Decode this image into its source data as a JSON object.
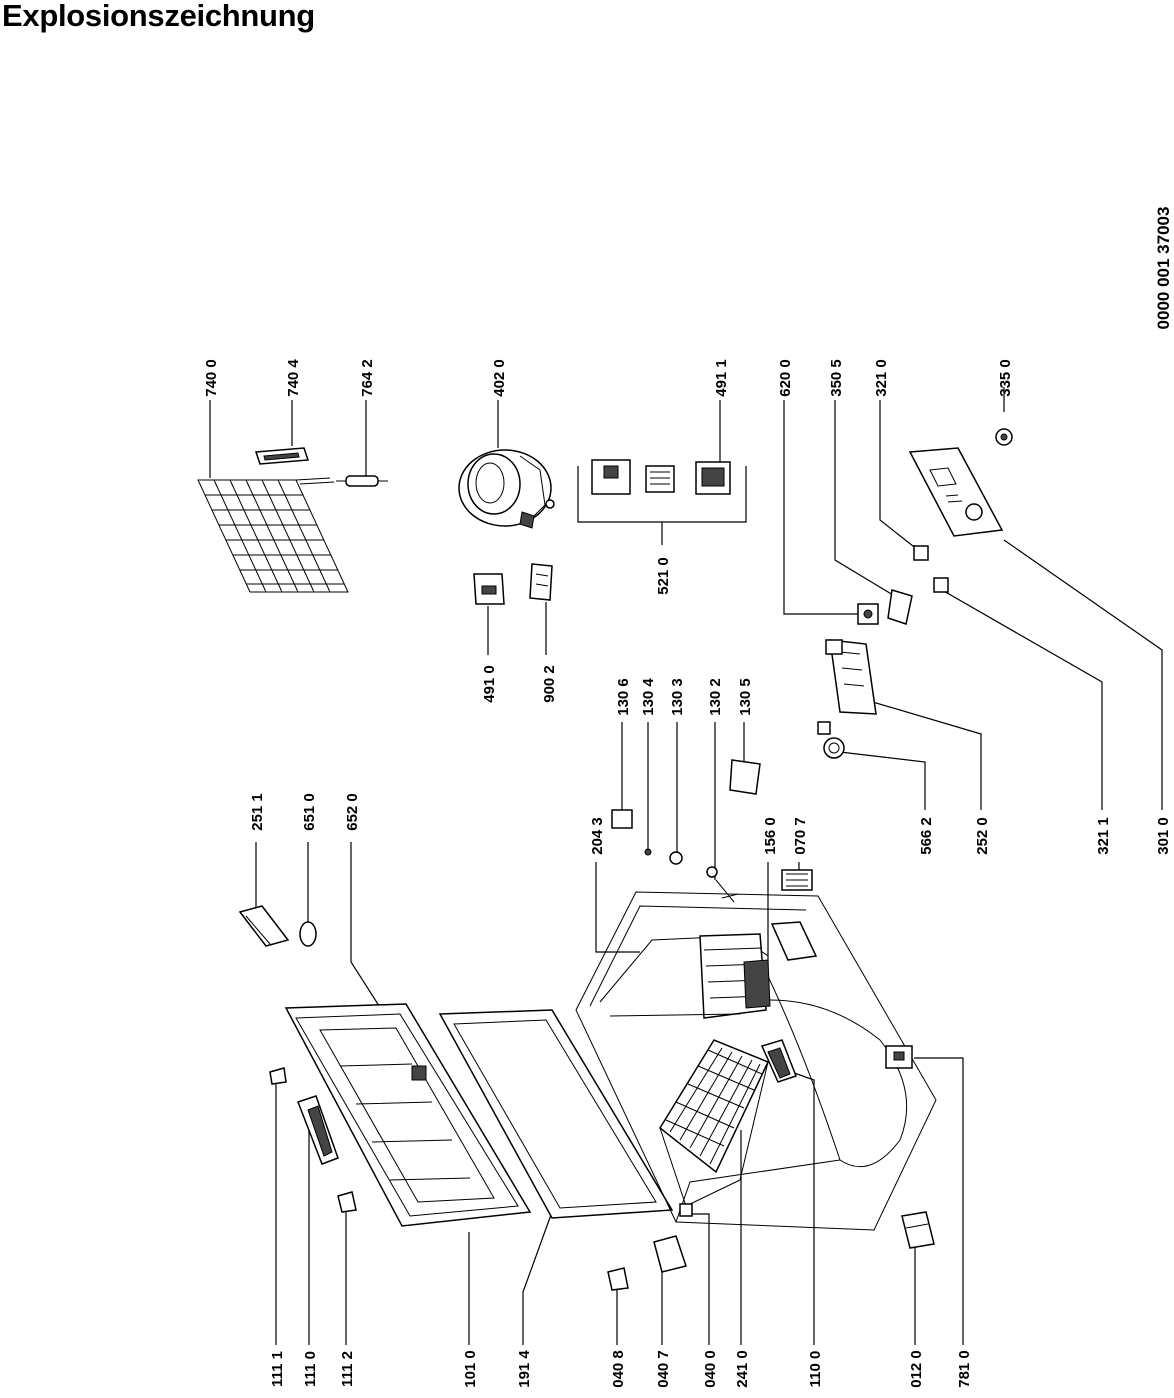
{
  "title": "Explosionszeichnung",
  "document_number": "0000 001 37003",
  "callouts": [
    {
      "id": "c-7400",
      "label": "740 0"
    },
    {
      "id": "c-7404",
      "label": "740 4"
    },
    {
      "id": "c-7642",
      "label": "764 2"
    },
    {
      "id": "c-4020",
      "label": "402 0"
    },
    {
      "id": "c-4911",
      "label": "491 1"
    },
    {
      "id": "c-6200",
      "label": "620 0"
    },
    {
      "id": "c-3505",
      "label": "350 5"
    },
    {
      "id": "c-3210",
      "label": "321 0"
    },
    {
      "id": "c-3350",
      "label": "335 0"
    },
    {
      "id": "c-5210",
      "label": "521 0"
    },
    {
      "id": "c-4910",
      "label": "491 0"
    },
    {
      "id": "c-9002",
      "label": "900 2"
    },
    {
      "id": "c-2511",
      "label": "251 1"
    },
    {
      "id": "c-6510",
      "label": "651 0"
    },
    {
      "id": "c-6520",
      "label": "652 0"
    },
    {
      "id": "c-1306",
      "label": "130 6"
    },
    {
      "id": "c-1304",
      "label": "130 4"
    },
    {
      "id": "c-1303",
      "label": "130 3"
    },
    {
      "id": "c-1302",
      "label": "130 2"
    },
    {
      "id": "c-1305",
      "label": "130 5"
    },
    {
      "id": "c-2043",
      "label": "204 3"
    },
    {
      "id": "c-1560",
      "label": "156 0"
    },
    {
      "id": "c-0707",
      "label": "070 7"
    },
    {
      "id": "c-5662",
      "label": "566 2"
    },
    {
      "id": "c-2520",
      "label": "252 0"
    },
    {
      "id": "c-3211",
      "label": "321 1"
    },
    {
      "id": "c-3010",
      "label": "301 0"
    },
    {
      "id": "c-1111",
      "label": "111 1"
    },
    {
      "id": "c-1110",
      "label": "111 0"
    },
    {
      "id": "c-1112",
      "label": "111 2"
    },
    {
      "id": "c-1010",
      "label": "101 0"
    },
    {
      "id": "c-1914",
      "label": "191 4"
    },
    {
      "id": "c-0408",
      "label": "040 8"
    },
    {
      "id": "c-0407",
      "label": "040 7"
    },
    {
      "id": "c-0400",
      "label": "040 0"
    },
    {
      "id": "c-2410",
      "label": "241 0"
    },
    {
      "id": "c-1100",
      "label": "110 0"
    },
    {
      "id": "c-0120",
      "label": "012 0"
    },
    {
      "id": "c-7810",
      "label": "781 0"
    }
  ]
}
